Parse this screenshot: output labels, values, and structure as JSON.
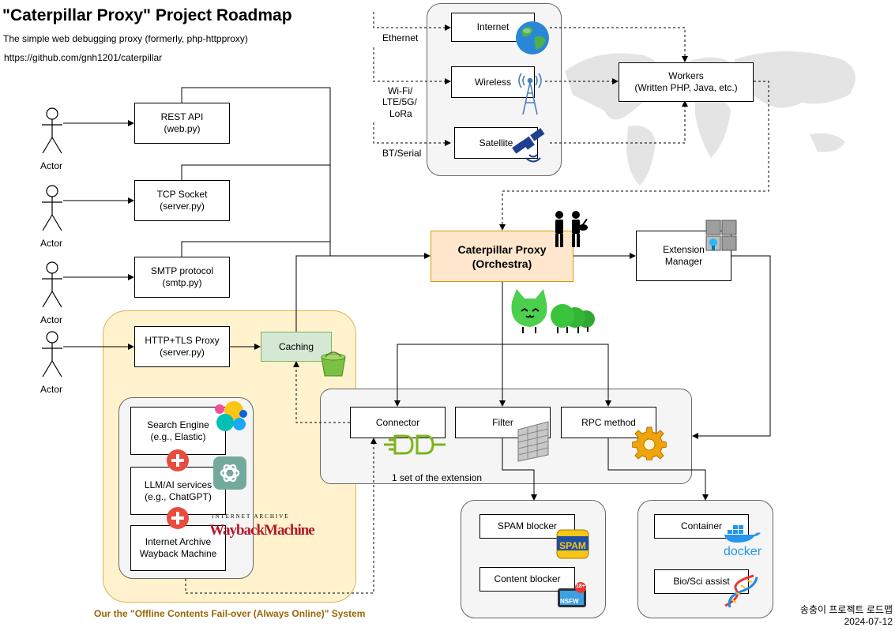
{
  "header": {
    "title": "\"Caterpillar Proxy\" Project Roadmap",
    "subtitle": "The simple web debugging proxy (formerly, php-httpproxy)",
    "url": "https://github.com/gnh1201/caterpillar"
  },
  "actors": [
    {
      "label": "Actor"
    },
    {
      "label": "Actor"
    },
    {
      "label": "Actor"
    },
    {
      "label": "Actor"
    }
  ],
  "interfaces": {
    "rest": {
      "line1": "REST API",
      "line2": "(web.py)"
    },
    "tcp": {
      "line1": "TCP Socket",
      "line2": "(server.py)"
    },
    "smtp": {
      "line1": "SMTP protocol",
      "line2": "(smtp.py)"
    },
    "http": {
      "line1": "HTTP+TLS Proxy",
      "line2": "(server.py)"
    }
  },
  "caching": {
    "label": "Caching"
  },
  "offline": {
    "search": {
      "line1": "Search Engine",
      "line2": "(e.g., Elastic)"
    },
    "llm": {
      "line1": "LLM/AI services",
      "line2": "(e.g., ChatGPT)"
    },
    "archive": {
      "line1": "Internet Archive",
      "line2": "Wayback Machine"
    },
    "wayback_logo_top": "INTERNET ARCHIVE",
    "wayback_logo_main": "WaybackMachine",
    "caption": "Our the \"Offline Contents Fail-over (Always Online)\" System"
  },
  "network": {
    "internet": "Internet",
    "wireless": "Wireless",
    "satellite": "Satellite",
    "ethernet": "Ethernet",
    "wifi_l1": "Wi-Fi/",
    "wifi_l2": "LTE/5G/",
    "wifi_l3": "LoRa",
    "bt": "BT/Serial"
  },
  "workers": {
    "line1": "Workers",
    "line2": "(Written PHP, Java, etc.)"
  },
  "orchestra": {
    "line1": "Caterpillar Proxy",
    "line2": "(Orchestra)"
  },
  "extension_manager": {
    "line1": "Extension",
    "line2": "Manager"
  },
  "extension_set": {
    "connector": "Connector",
    "filter": "Filter",
    "rpc": "RPC method",
    "caption": "1 set of the extension"
  },
  "filters": {
    "spam": "SPAM blocker",
    "spam_badge": "SPAM",
    "content": "Content blocker",
    "nsfw_badge": "NSFW",
    "age_badge": "18+"
  },
  "rpc_targets": {
    "container": "Container",
    "docker_label": "docker",
    "bio": "Bio/Sci assist"
  },
  "footer": {
    "korean": "송충이 프로젝트 로드맵",
    "date": "2024-07-12"
  },
  "colors": {
    "orchestra_fill": "#ffe6cc",
    "orchestra_border": "#d79b00",
    "offline_fill": "#fff2cc",
    "offline_border": "#d6b656",
    "caching_fill": "#d5e8d4",
    "caching_border": "#82b366",
    "group_fill": "#f5f5f5",
    "caption_color": "#996600",
    "caterpillar_green": "#4ccf4c"
  }
}
